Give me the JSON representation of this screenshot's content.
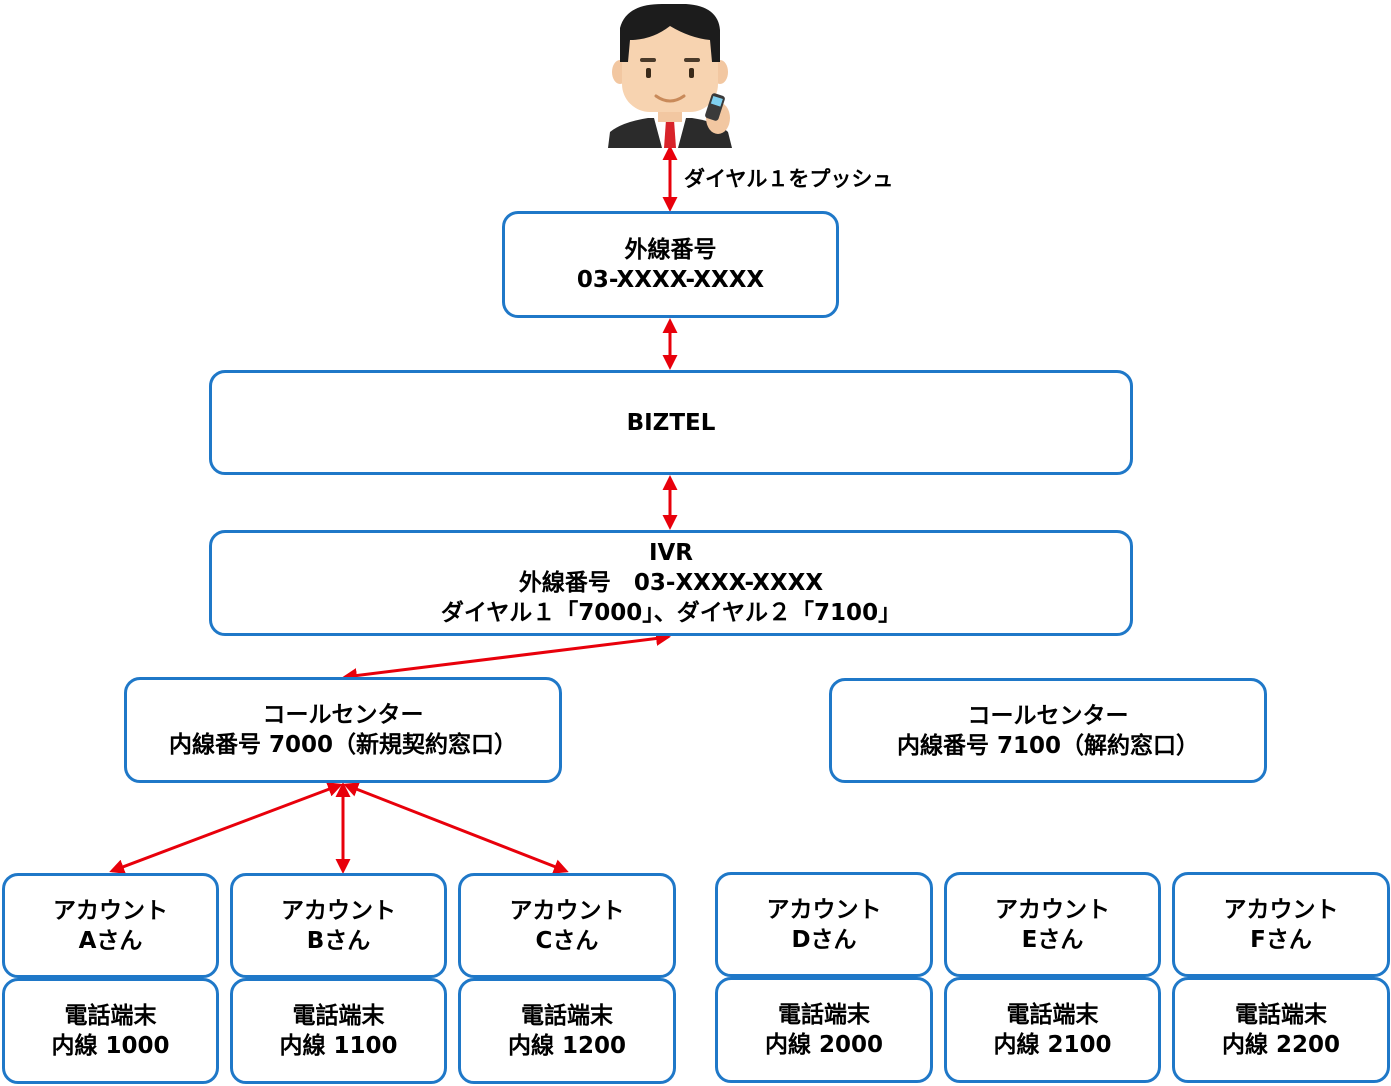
{
  "caller": {
    "icon": "businessman-phone-icon",
    "action_label": "ダイヤル１をプッシュ"
  },
  "outside_line": {
    "title": "外線番号",
    "number": "03-XXXX-XXXX"
  },
  "platform": {
    "name": "BIZTEL"
  },
  "ivr": {
    "line1": "IVR",
    "line2": "外線番号　03-XXXX-XXXX",
    "line3": "ダイヤル１「7000」、ダイヤル２「7100」"
  },
  "call_centers": [
    {
      "line1": "コールセンター",
      "line2": "内線番号 7000（新規契約窓口）"
    },
    {
      "line1": "コールセンター",
      "line2": "内線番号 7100（解約窓口）"
    }
  ],
  "accounts": [
    {
      "line1": "アカウント",
      "line2": "Aさん",
      "device": "電話端末",
      "extension": "内線 1000"
    },
    {
      "line1": "アカウント",
      "line2": "Bさん",
      "device": "電話端末",
      "extension": "内線 1100"
    },
    {
      "line1": "アカウント",
      "line2": "Cさん",
      "device": "電話端末",
      "extension": "内線 1200"
    },
    {
      "line1": "アカウント",
      "line2": "Dさん",
      "device": "電話端末",
      "extension": "内線 2000"
    },
    {
      "line1": "アカウント",
      "line2": "Eさん",
      "device": "電話端末",
      "extension": "内線 2100"
    },
    {
      "line1": "アカウント",
      "line2": "Fさん",
      "device": "電話端末",
      "extension": "内線 2200"
    }
  ],
  "colors": {
    "box_border": "#1f78c8",
    "arrow": "#e8000b"
  }
}
